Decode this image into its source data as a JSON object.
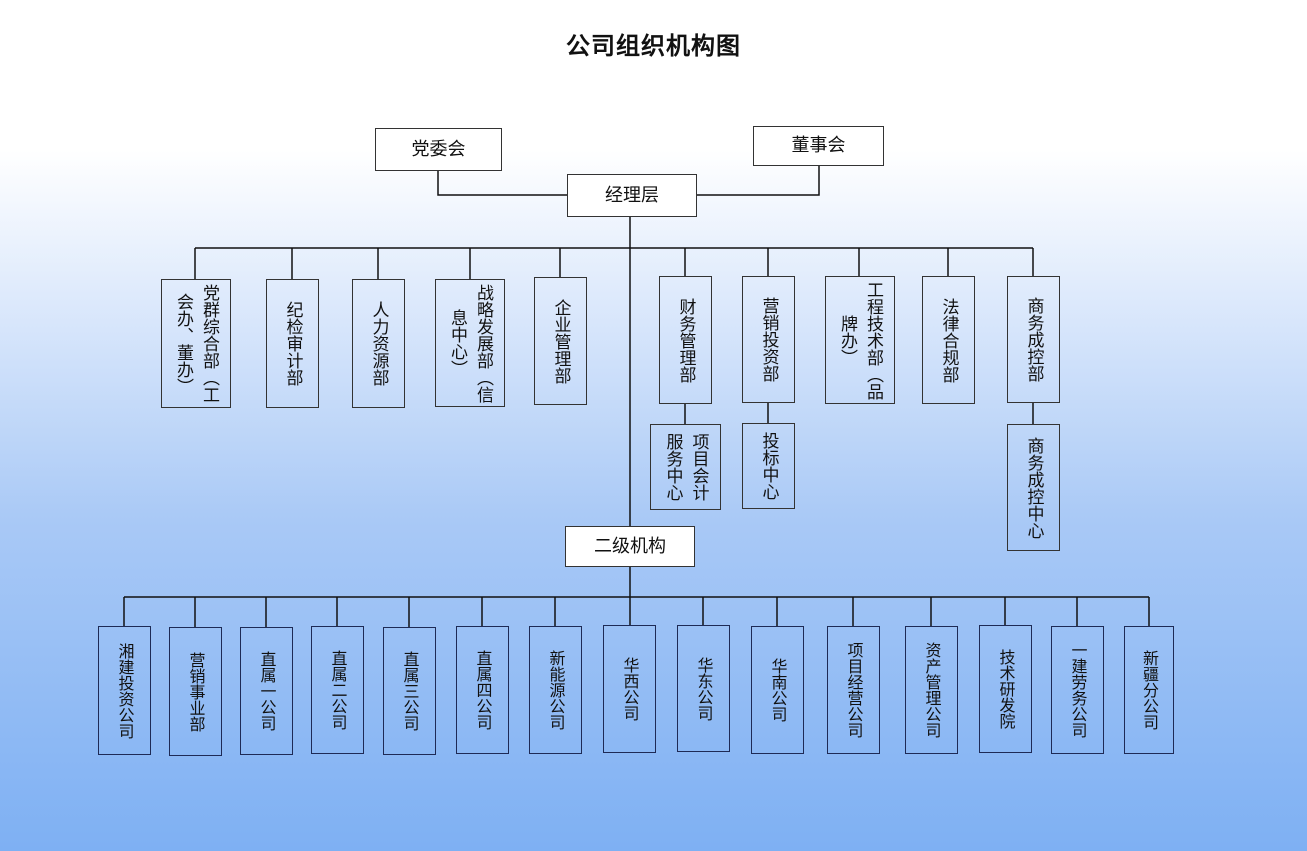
{
  "title": "公司组织机构图",
  "top": {
    "party": "党委会",
    "board": "董事会",
    "management": "经理层",
    "secondary": "二级机构"
  },
  "depts": [
    "党群综合部（工会办、董办）",
    "纪检审计部",
    "人力资源部",
    "战略发展部（信息中心）",
    "企业管理部",
    "财务管理部",
    "营销投资部",
    "工程技术部（品牌办）",
    "法律合规部",
    "商务成控部"
  ],
  "centers": {
    "finance": "项目会计服务中心",
    "bidding": "投标中心",
    "cost": "商务成控中心"
  },
  "subsidiaries": [
    "湘建投资公司",
    "营销事业部",
    "直属一公司",
    "直属二公司",
    "直属三公司",
    "直属四公司",
    "新能源公司",
    "华西公司",
    "华东公司",
    "华南公司",
    "项目经营公司",
    "资产管理公司",
    "技术研发院",
    "一建劳务公司",
    "新疆分公司"
  ],
  "colors": {
    "line": "#111111",
    "box_border": "#333333",
    "sub_border": "#1e2a55",
    "background_top": "#ffffff",
    "background_bottom": "#7eb0f3"
  }
}
